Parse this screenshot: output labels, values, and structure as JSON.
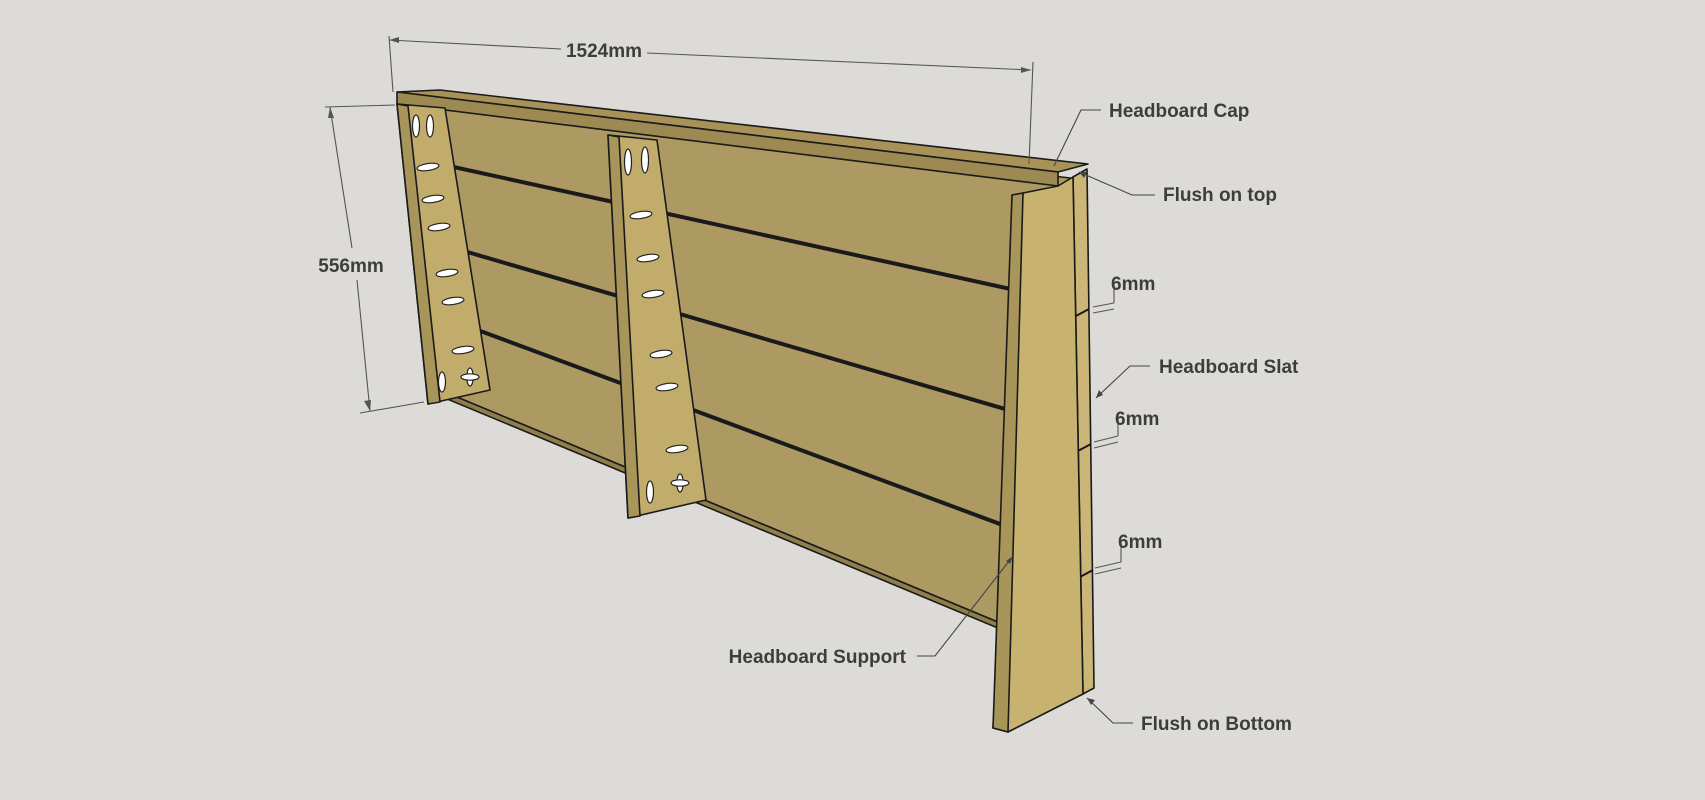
{
  "dimensions": {
    "width": "1524mm",
    "height": "556mm",
    "gaps": [
      "6mm",
      "6mm",
      "6mm"
    ]
  },
  "labels": {
    "headboard_cap": "Headboard Cap",
    "flush_on_top": "Flush on top",
    "headboard_slat": "Headboard Slat",
    "headboard_support": "Headboard Support",
    "flush_on_bottom": "Flush on Bottom"
  },
  "colors": {
    "background": "#dcdbd7",
    "slat_face": "#ad9a62",
    "support_face": "#c2ac6c",
    "end_grain": "#cbb677",
    "edges": "#1a1a1a",
    "label_text": "#3d3d3d"
  }
}
